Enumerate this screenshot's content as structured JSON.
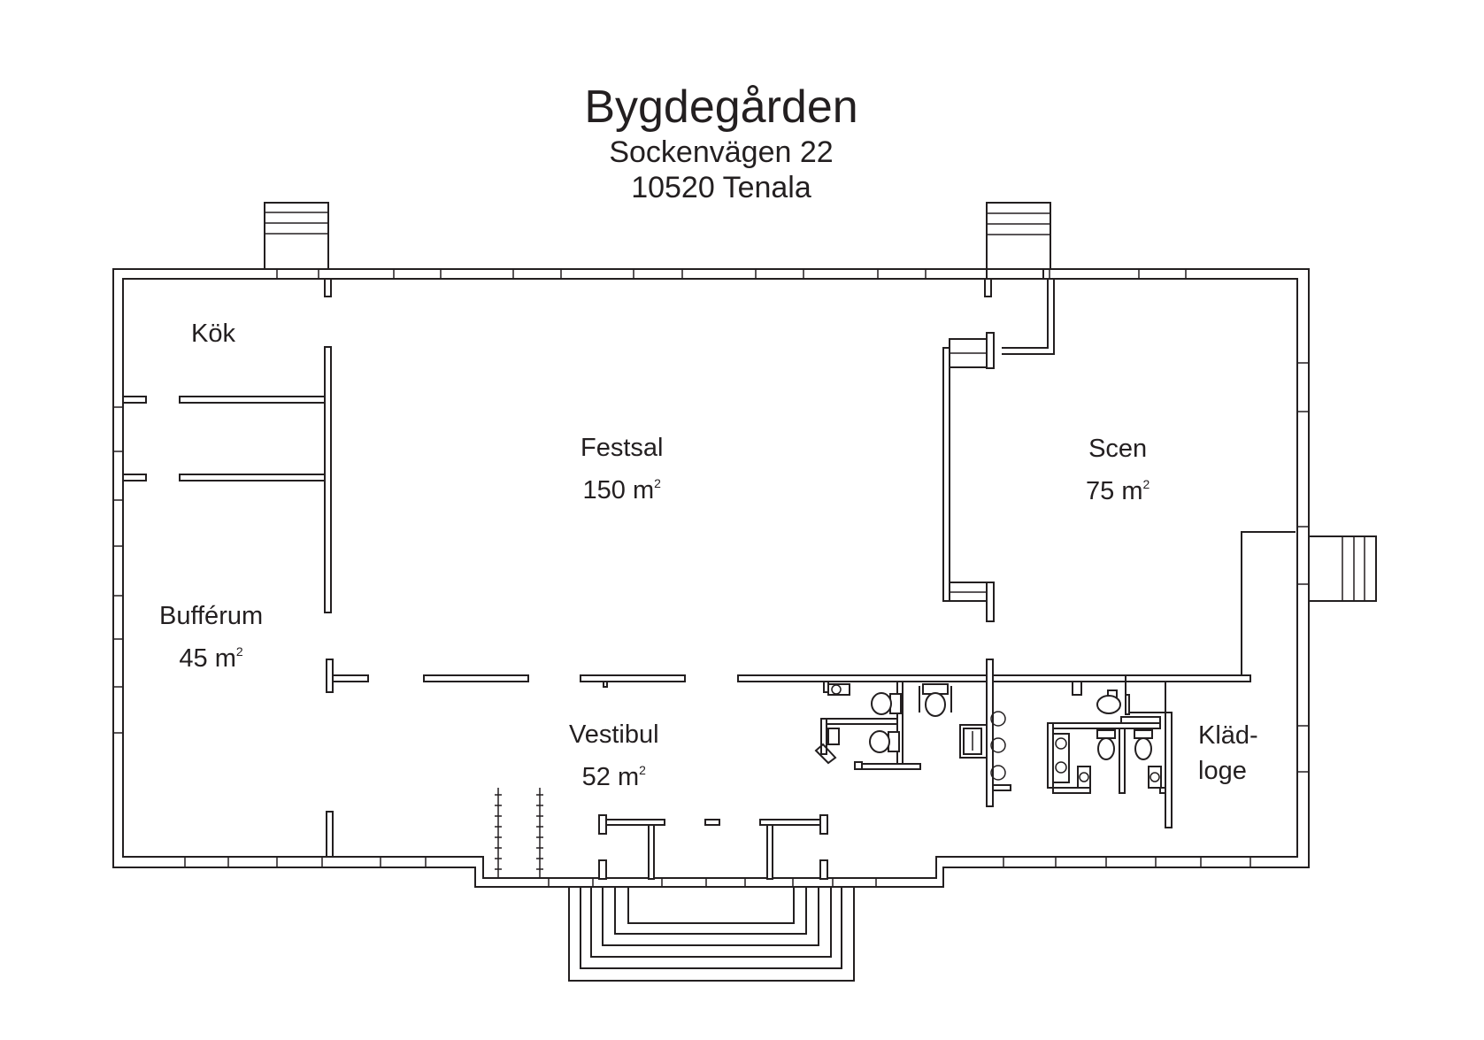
{
  "header": {
    "title": "Bygdegården",
    "address_line1": "Sockenvägen 22",
    "address_line2": "10520 Tenala"
  },
  "rooms": {
    "kok": {
      "name": "Kök"
    },
    "festsal": {
      "name": "Festsal",
      "area_value": "150 m",
      "area_sup": "2"
    },
    "scen": {
      "name": "Scen",
      "area_value": "75 m",
      "area_sup": "2"
    },
    "buffe": {
      "name": "Bufférum",
      "area_value": "45 m",
      "area_sup": "2"
    },
    "vestibul": {
      "name": "Vestibul",
      "area_value": "52 m",
      "area_sup": "2"
    },
    "kladloge": {
      "name_line1": "Kläd-",
      "name_line2": "loge"
    }
  }
}
